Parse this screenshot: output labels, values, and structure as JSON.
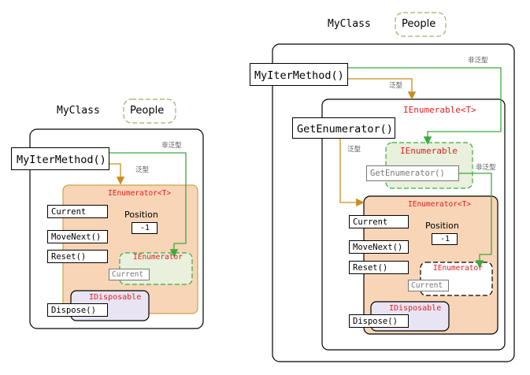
{
  "left": {
    "class_label": "MyClass",
    "type_label": "People",
    "method": "MyIterMethod()",
    "generic_edge": "泛型",
    "nongeneric_edge": "非泛型",
    "enumerator_title": "IEnumerator<T>",
    "current": "Current",
    "movenext": "MoveNext()",
    "reset": "Reset()",
    "position_label": "Position",
    "position_value": "-1",
    "ienumerator": "IEnumerator",
    "ienumerator_current": "Current",
    "idisposable": "IDisposable",
    "dispose": "Dispose()"
  },
  "right": {
    "class_label": "MyClass",
    "type_label": "People",
    "method": "MyIterMethod()",
    "nongeneric_edge_top": "非泛型",
    "generic_edge_top": "泛型",
    "enumerable_generic": "IEnumerable<T>",
    "get_enumerator": "GetEnumerator()",
    "generic_edge_mid": "泛型",
    "enumerable": "IEnumerable",
    "enumerable_get_enumerator": "GetEnumerator()",
    "nongeneric_edge_mid": "非泛型",
    "enumerator_title": "IEnumerator<T>",
    "current": "Current",
    "position_label": "Position",
    "position_value": "-1",
    "movenext": "MoveNext()",
    "reset": "Reset()",
    "ienumerator": "IEnumerator",
    "ienumerator_current": "Current",
    "idisposable": "IDisposable",
    "dispose": "Dispose()"
  },
  "colors": {
    "enumerator_fill": "#f9d5b7",
    "enumerator_border": "#c9a24a",
    "green_fill": "#e9f0dc",
    "green_line": "#3aaa3a",
    "gold_line": "#c88d1a",
    "disposable_fill": "#e8e4f3",
    "red_text": "#e02020"
  }
}
